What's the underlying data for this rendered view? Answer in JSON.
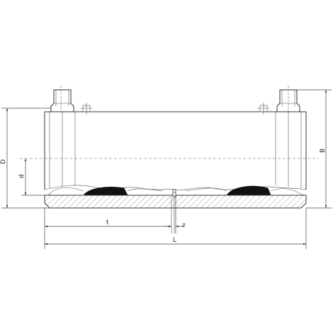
{
  "diagram": {
    "dimension_labels": {
      "D": "D",
      "d": "d",
      "B": "B",
      "t": "t",
      "z": "z",
      "L": "L"
    }
  }
}
